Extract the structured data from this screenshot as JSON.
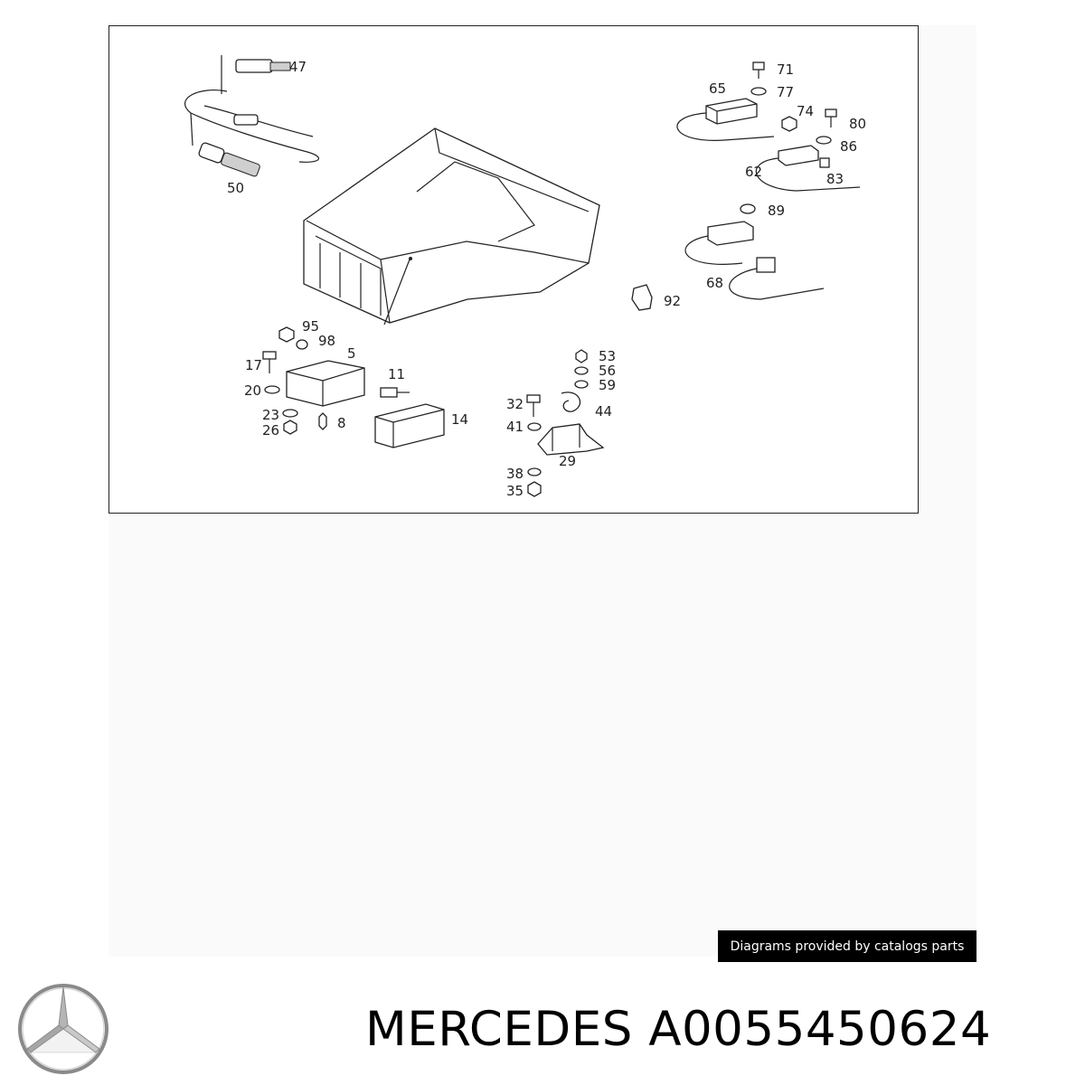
{
  "diagram": {
    "callouts": [
      {
        "id": "47",
        "label": "47"
      },
      {
        "id": "50",
        "label": "50"
      },
      {
        "id": "5",
        "label": "5"
      },
      {
        "id": "95",
        "label": "95"
      },
      {
        "id": "98",
        "label": "98"
      },
      {
        "id": "17",
        "label": "17"
      },
      {
        "id": "20",
        "label": "20"
      },
      {
        "id": "23",
        "label": "23"
      },
      {
        "id": "26",
        "label": "26"
      },
      {
        "id": "8",
        "label": "8"
      },
      {
        "id": "11",
        "label": "11"
      },
      {
        "id": "14",
        "label": "14"
      },
      {
        "id": "71",
        "label": "71"
      },
      {
        "id": "65",
        "label": "65"
      },
      {
        "id": "77",
        "label": "77"
      },
      {
        "id": "74",
        "label": "74"
      },
      {
        "id": "80",
        "label": "80"
      },
      {
        "id": "86",
        "label": "86"
      },
      {
        "id": "62",
        "label": "62"
      },
      {
        "id": "83",
        "label": "83"
      },
      {
        "id": "89",
        "label": "89"
      },
      {
        "id": "68",
        "label": "68"
      },
      {
        "id": "92",
        "label": "92"
      },
      {
        "id": "53",
        "label": "53"
      },
      {
        "id": "56",
        "label": "56"
      },
      {
        "id": "59",
        "label": "59"
      },
      {
        "id": "32",
        "label": "32"
      },
      {
        "id": "44",
        "label": "44"
      },
      {
        "id": "41",
        "label": "41"
      },
      {
        "id": "29",
        "label": "29"
      },
      {
        "id": "38",
        "label": "38"
      },
      {
        "id": "35",
        "label": "35"
      }
    ]
  },
  "credit": {
    "text": "Diagrams provided by catalogs parts"
  },
  "product": {
    "brand": "MERCEDES",
    "part_number": "A0055450624"
  },
  "colors": {
    "banner_bg": "#000000",
    "banner_text": "#ffffff",
    "line": "#222222"
  }
}
